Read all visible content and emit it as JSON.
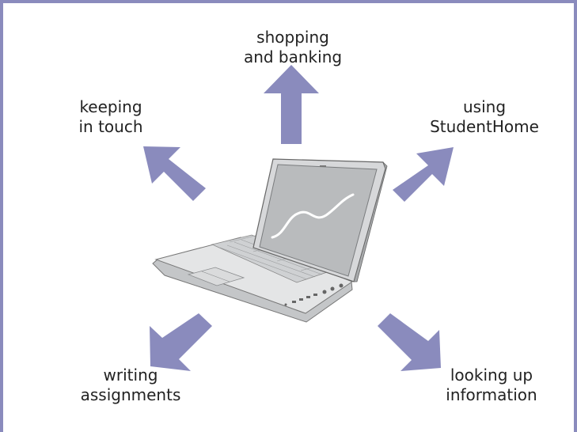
{
  "accent_color": "#8a8bbd",
  "center": {
    "icon": "laptop-icon"
  },
  "activities": [
    {
      "id": "shopping",
      "lines": [
        "shopping",
        "and banking"
      ],
      "direction": "up"
    },
    {
      "id": "keeping",
      "lines": [
        "keeping",
        "in touch"
      ],
      "direction": "up-left"
    },
    {
      "id": "studenthome",
      "lines": [
        "using",
        "StudentHome"
      ],
      "direction": "up-right"
    },
    {
      "id": "writing",
      "lines": [
        "writing",
        "assignments"
      ],
      "direction": "down-left"
    },
    {
      "id": "looking",
      "lines": [
        "looking up",
        "information"
      ],
      "direction": "down-right"
    }
  ]
}
